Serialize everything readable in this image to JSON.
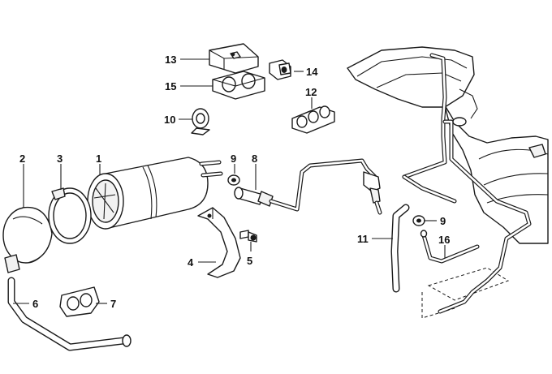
{
  "diagram": {
    "callouts": [
      {
        "id": "c1",
        "label": "1"
      },
      {
        "id": "c2",
        "label": "2"
      },
      {
        "id": "c3",
        "label": "3"
      },
      {
        "id": "c4",
        "label": "4"
      },
      {
        "id": "c5",
        "label": "5"
      },
      {
        "id": "c6",
        "label": "6"
      },
      {
        "id": "c7",
        "label": "7"
      },
      {
        "id": "c8",
        "label": "8"
      },
      {
        "id": "c9a",
        "label": "9"
      },
      {
        "id": "c9b",
        "label": "9"
      },
      {
        "id": "c10",
        "label": "10"
      },
      {
        "id": "c11",
        "label": "11"
      },
      {
        "id": "c12",
        "label": "12"
      },
      {
        "id": "c13",
        "label": "13"
      },
      {
        "id": "c14",
        "label": "14"
      },
      {
        "id": "c15",
        "label": "15"
      },
      {
        "id": "c16",
        "label": "16"
      }
    ],
    "colors": {
      "line": "#1a1a1a",
      "background": "#ffffff"
    }
  }
}
